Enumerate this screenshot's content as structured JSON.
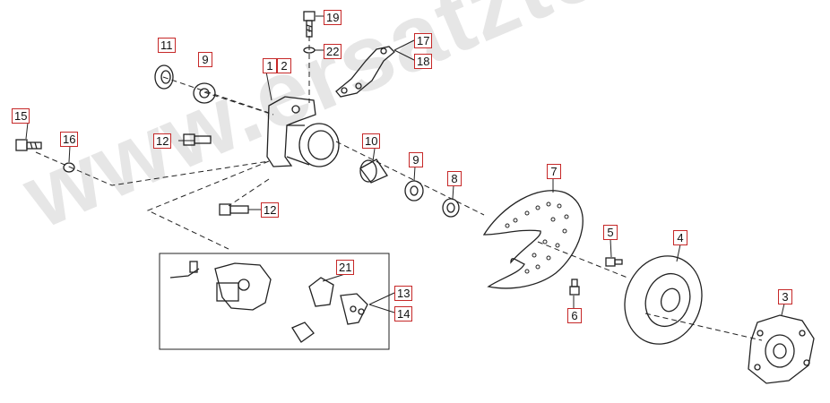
{
  "watermark": "www.ersatzteile.de",
  "callouts": {
    "c1": "1",
    "c2": "2",
    "c3": "3",
    "c4": "4",
    "c5": "5",
    "c6": "6",
    "c7": "7",
    "c8": "8",
    "c9a": "9",
    "c9b": "9",
    "c10": "10",
    "c11": "11",
    "c12a": "12",
    "c12b": "12",
    "c13": "13",
    "c14": "14",
    "c15": "15",
    "c16": "16",
    "c17": "17",
    "c18": "18",
    "c19": "19",
    "c21": "21",
    "c22": "22"
  },
  "colors": {
    "callout_border": "#c62828",
    "line": "#222222",
    "watermark": "#cfcfcf"
  }
}
